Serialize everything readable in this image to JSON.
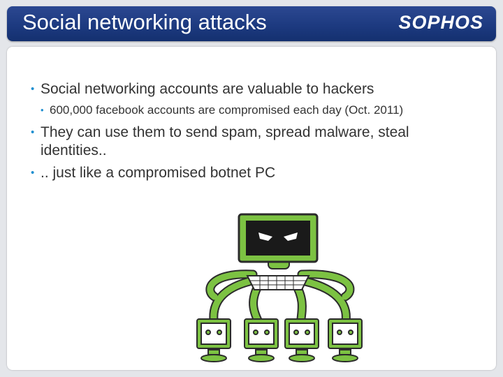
{
  "slide": {
    "title": "Social networking attacks",
    "logo": "SOPHOS"
  },
  "bullets": [
    {
      "text": "Social networking accounts are valuable to hackers",
      "sub": [
        "600,000 facebook accounts are compromised each day (Oct. 2011)"
      ]
    },
    {
      "text": "They can use them to send spam, spread malware, steal identities..",
      "sub": []
    },
    {
      "text": ".. just like a compromised botnet PC",
      "sub": []
    }
  ],
  "colors": {
    "header": "#1d3a80",
    "bullet": "#1f8fd0",
    "illustration_green": "#7cc242"
  }
}
